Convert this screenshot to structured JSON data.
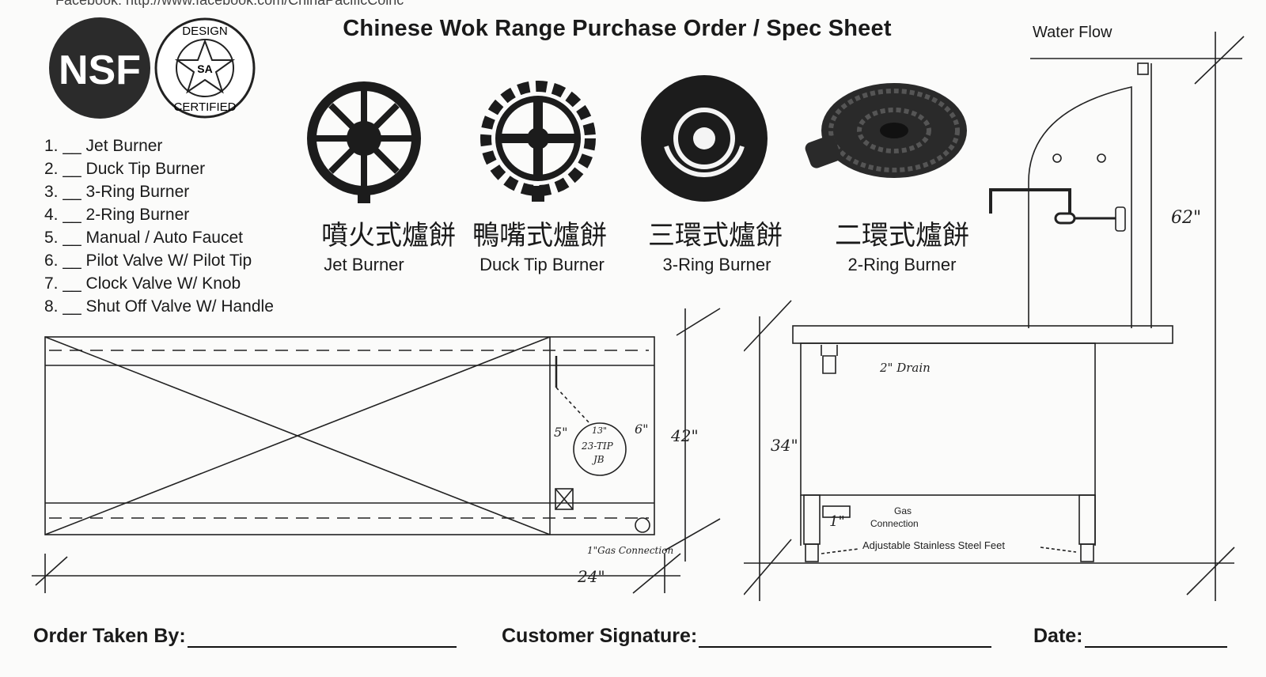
{
  "header": {
    "url_text": "Facebook: http://www.facebook.com/ChinaPacificCoinc",
    "title": "Chinese Wok Range Purchase Order / Spec Sheet"
  },
  "logos": {
    "nsf": "NSF",
    "design_certified_top": "DESIGN",
    "design_certified_bottom": "CERTIFIED",
    "seal_center": "SA"
  },
  "checklist": [
    "1. __ Jet Burner",
    "2. __ Duck Tip Burner",
    "3. __ 3-Ring Burner",
    "4. __ 2-Ring Burner",
    "5. __ Manual / Auto Faucet",
    "6. __ Pilot Valve W/ Pilot Tip",
    "7. __ Clock Valve W/ Knob",
    "8. __ Shut Off Valve W/ Handle"
  ],
  "burners": [
    {
      "cn": "噴火式爐餅",
      "en": "Jet Burner",
      "icon": "jet-burner-icon"
    },
    {
      "cn": "鴨嘴式爐餅",
      "en": "Duck Tip Burner",
      "icon": "duck-tip-burner-icon"
    },
    {
      "cn": "三環式爐餅",
      "en": "3-Ring Burner",
      "icon": "three-ring-burner-icon"
    },
    {
      "cn": "二環式爐餅",
      "en": "2-Ring Burner",
      "icon": "two-ring-burner-icon"
    }
  ],
  "top_view": {
    "dim_width": "24\"",
    "dim_depth": "42\"",
    "dim_5": "5\"",
    "dim_6": "6\"",
    "burner_note_1": "13\"",
    "burner_note_2": "23-TIP",
    "burner_note_3": "JB",
    "gas_note": "1\"Gas Connection"
  },
  "side_view": {
    "water_flow": "Water Flow",
    "dim_height": "62\"",
    "dim_counter": "34\"",
    "drain": "2\" Drain",
    "gas_1": "1\"",
    "gas_label_1": "Gas",
    "gas_label_2": "Connection",
    "feet": "Adjustable Stainless Steel Feet"
  },
  "footer": {
    "order_taken_by": "Order Taken By:",
    "customer_signature": "Customer Signature:",
    "date": "Date:"
  }
}
